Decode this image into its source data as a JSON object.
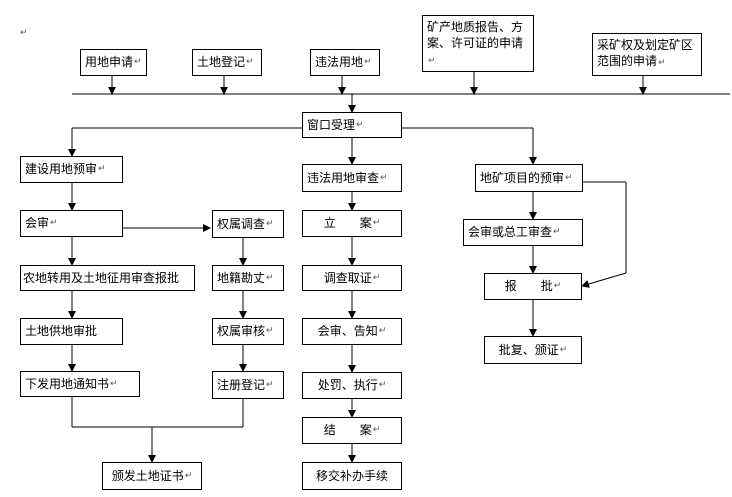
{
  "paragraph_mark": "↵",
  "nodes": {
    "land_apply": "用地申请",
    "land_register": "土地登记",
    "illegal_land": "违法用地",
    "mineral_report": "矿产地质报告、方案、许可证的申请",
    "mining_right": "采矿权及划定矿区范围的申请",
    "window": "窗口受理",
    "construction_pre": "建设用地预审",
    "joint_review_1": "会审",
    "farmland_convert": "农地转用及土地征用审查报批",
    "land_supply": "土地供地审批",
    "issue_notice": "下发用地通知书",
    "ownership_survey": "权属调查",
    "cadastral_survey": "地籍勘丈",
    "ownership_review": "权属审核",
    "register": "注册登记",
    "issue_cert": "颁发土地证书",
    "illegal_review": "违法用地审查",
    "file_case": "立　　案",
    "investigate": "调查取证",
    "review_notify": "会审、告知",
    "penalty": "处罚、执行",
    "close_case": "结　　案",
    "supplement": "移交补办手续",
    "mineral_pre": "地矿项目的预审",
    "chief_review": "会审或总工审查",
    "report": "报　　批",
    "approve": "批复、颁证"
  }
}
